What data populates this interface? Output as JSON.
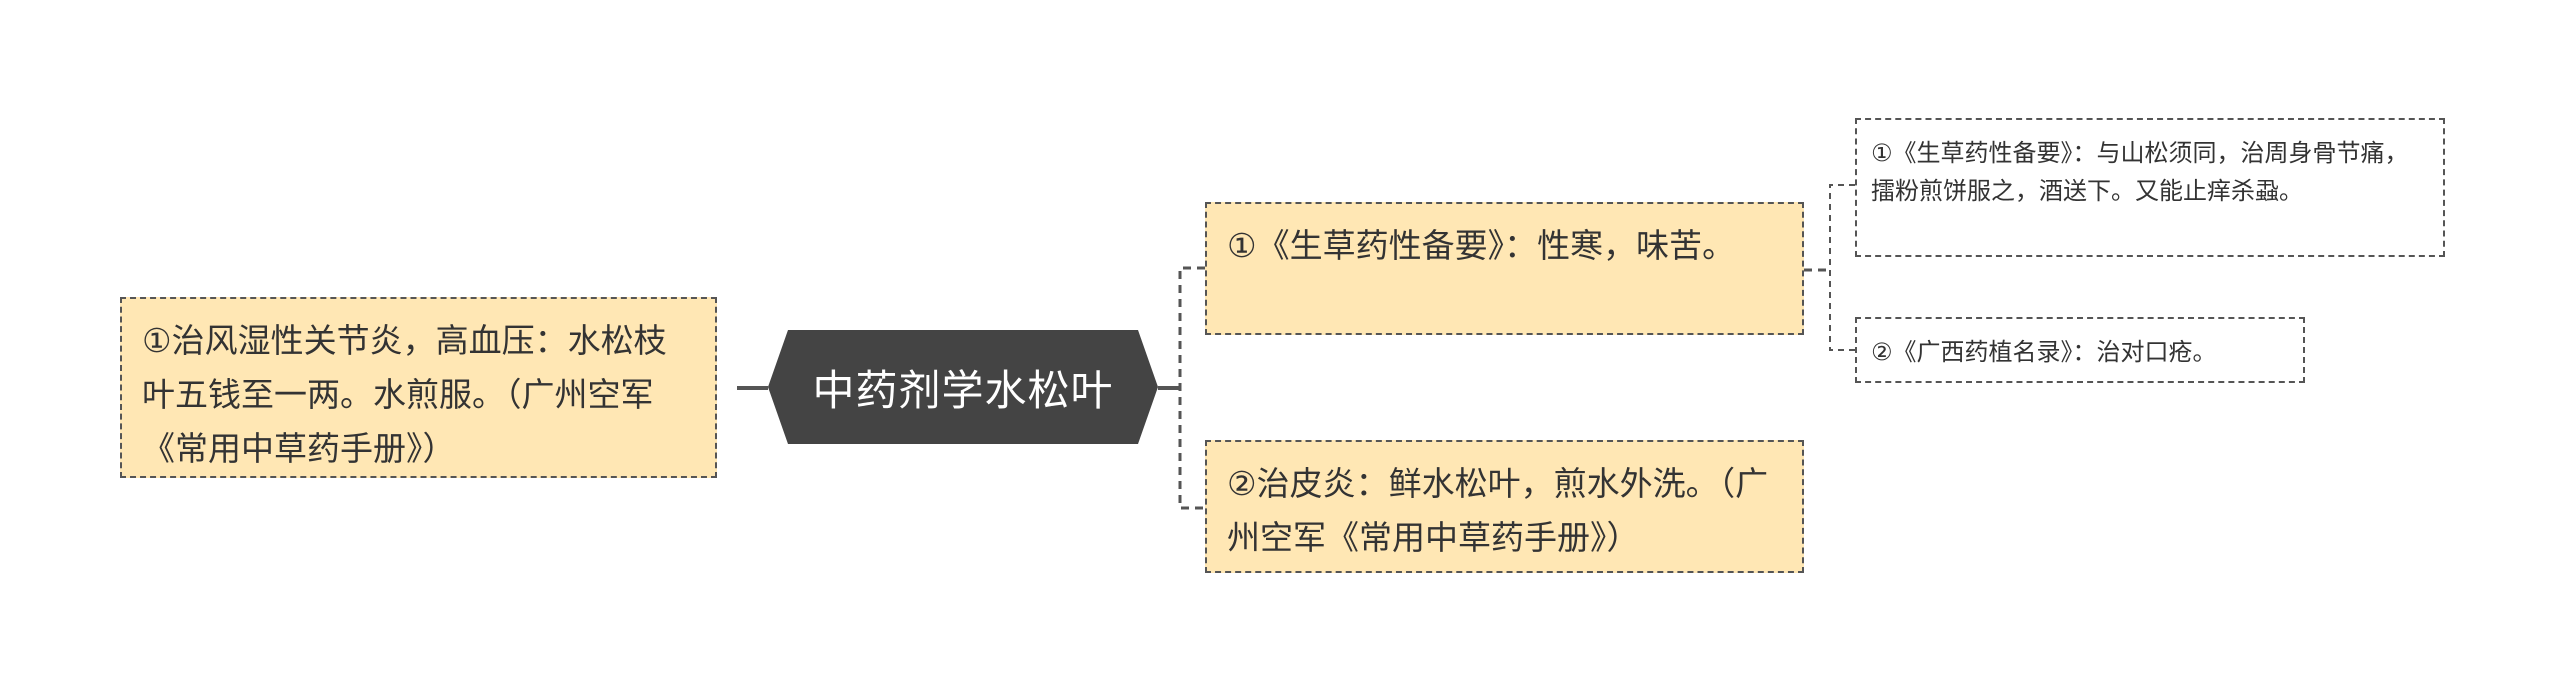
{
  "center": {
    "title": "中药剂学水松叶"
  },
  "left_node": {
    "text": "①治风湿性关节炎，高血压：水松枝叶五钱至一两。水煎服。（广州空军《常用中草药手册》）"
  },
  "right_nodes": [
    {
      "text": "①《生草药性备要》：性寒，味苦。",
      "children": [
        {
          "text": "①《生草药性备要》：与山松须同，治周身骨节痛，擂粉煎饼服之，酒送下。又能止痒杀蝨。"
        },
        {
          "text": "②《广西药植名录》：治对口疮。"
        }
      ]
    },
    {
      "text": "②治皮炎：鲜水松叶，煎水外洗。（广州空军《常用中草药手册》）"
    }
  ],
  "colors": {
    "center_fill": "#444444",
    "node_fill": "#ffe7b4",
    "leaf_fill": "#ffffff",
    "line": "#555555"
  }
}
